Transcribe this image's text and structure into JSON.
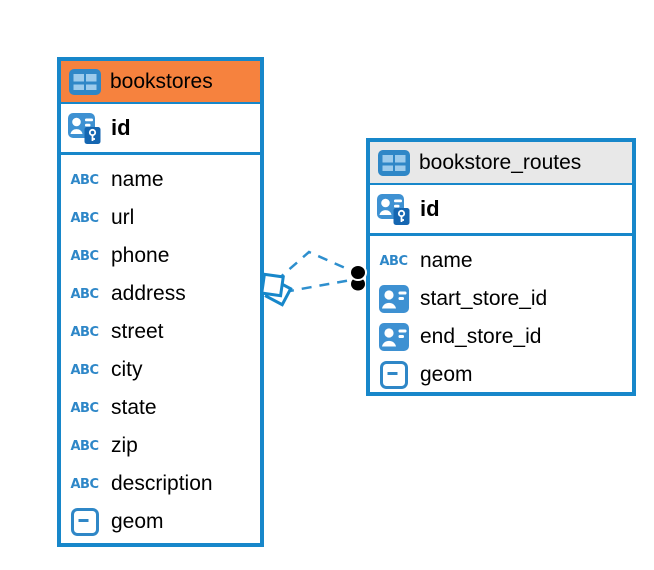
{
  "colors": {
    "accent_blue": "#1787CA",
    "bookstores_header": "#F6823E",
    "routes_header": "#E8E8E8",
    "icon_blue": "#3E91D2",
    "key_square_blue": "#1566B1",
    "relationship_dot": "#000000"
  },
  "text_type_glyph": "ABC",
  "tables": [
    {
      "name": "bookstores",
      "header_color": "#F6823E",
      "pk": {
        "name": "id",
        "icon": "primary-key-icon"
      },
      "columns": [
        {
          "name": "name",
          "icon": "text-type-icon"
        },
        {
          "name": "url",
          "icon": "text-type-icon"
        },
        {
          "name": "phone",
          "icon": "text-type-icon"
        },
        {
          "name": "address",
          "icon": "text-type-icon"
        },
        {
          "name": "street",
          "icon": "text-type-icon"
        },
        {
          "name": "city",
          "icon": "text-type-icon"
        },
        {
          "name": "state",
          "icon": "text-type-icon"
        },
        {
          "name": "zip",
          "icon": "text-type-icon"
        },
        {
          "name": "description",
          "icon": "text-type-icon"
        },
        {
          "name": "geom",
          "icon": "geometry-type-icon"
        }
      ]
    },
    {
      "name": "bookstore_routes",
      "header_color": "#E8E8E8",
      "pk": {
        "name": "id",
        "icon": "primary-key-icon"
      },
      "columns": [
        {
          "name": "name",
          "icon": "text-type-icon"
        },
        {
          "name": "start_store_id",
          "icon": "reference-key-icon"
        },
        {
          "name": "end_store_id",
          "icon": "reference-key-icon"
        },
        {
          "name": "geom",
          "icon": "geometry-type-icon"
        }
      ]
    }
  ],
  "relationships": [
    {
      "from": "bookstore_routes",
      "to": "bookstores",
      "style": "dashed",
      "end_marker": "black-dot",
      "start_marker": "diamond"
    },
    {
      "from": "bookstore_routes",
      "to": "bookstores",
      "style": "dashed",
      "end_marker": "black-dot",
      "start_marker": "diamond"
    }
  ]
}
